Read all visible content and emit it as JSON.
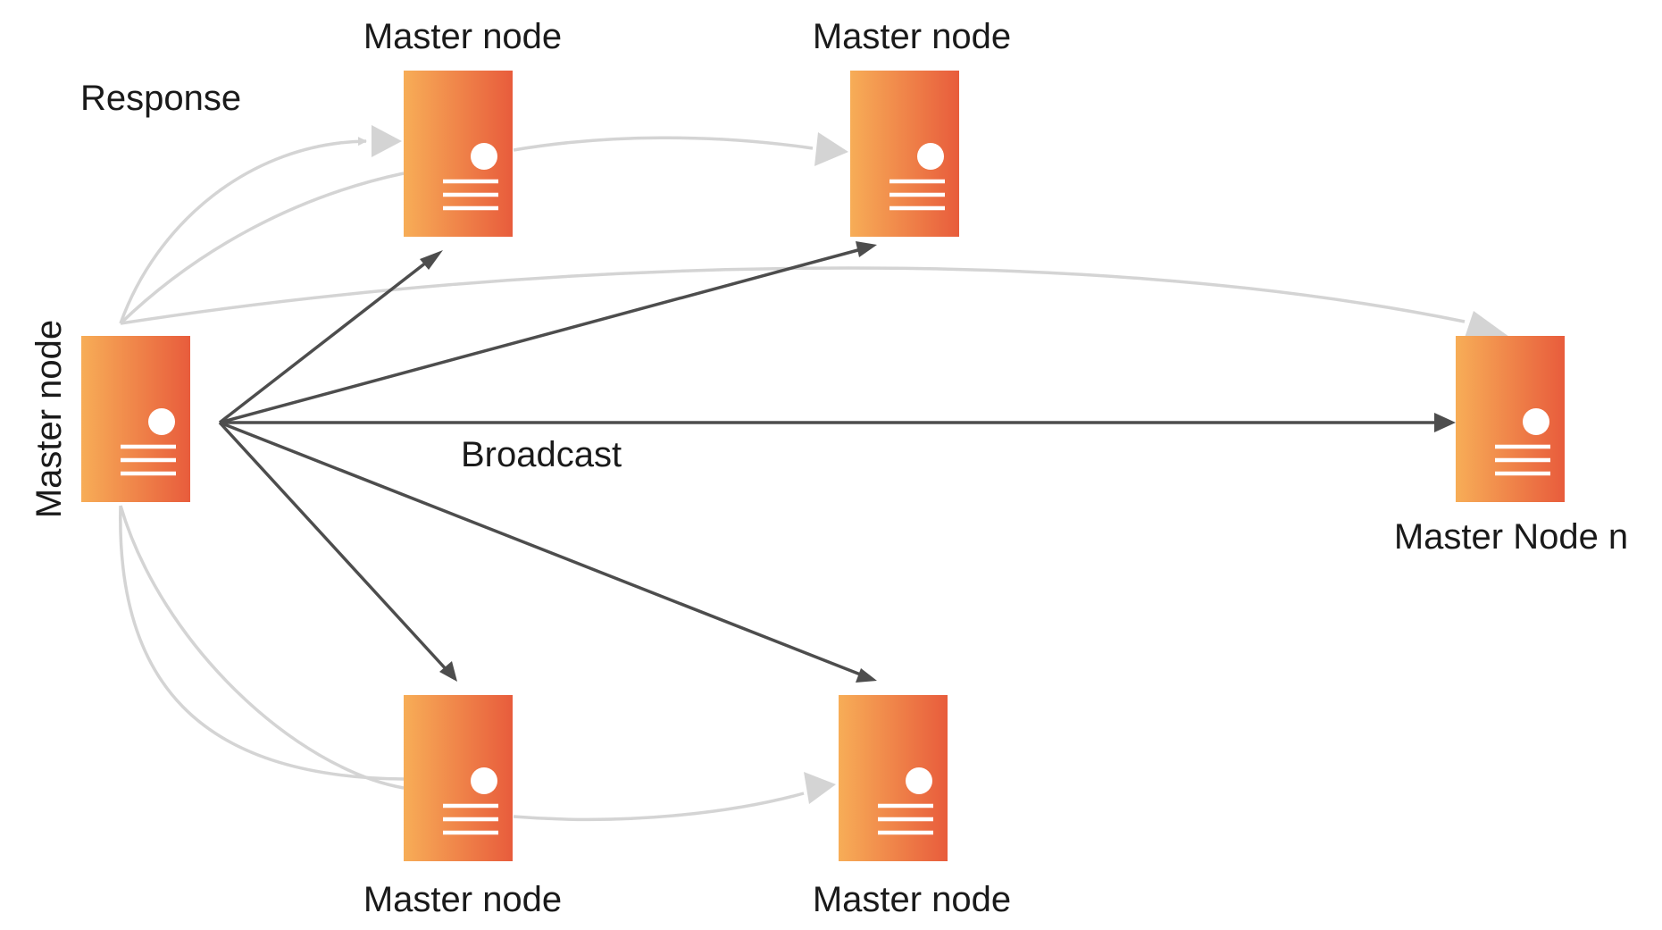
{
  "labels": {
    "response": "Response",
    "broadcast": "Broadcast",
    "node_top_1": "Master node",
    "node_top_2": "Master node",
    "node_left": "Master node",
    "node_right": "Master Node n",
    "node_bottom_1": "Master node",
    "node_bottom_2": "Master node"
  },
  "colors": {
    "server_gradient_start": "#f7ad57",
    "server_gradient_end": "#e85c3c",
    "broadcast_arrow": "#4d4d4d",
    "response_arrow": "#d4d4d4"
  },
  "icons": {
    "server": "server-icon"
  }
}
